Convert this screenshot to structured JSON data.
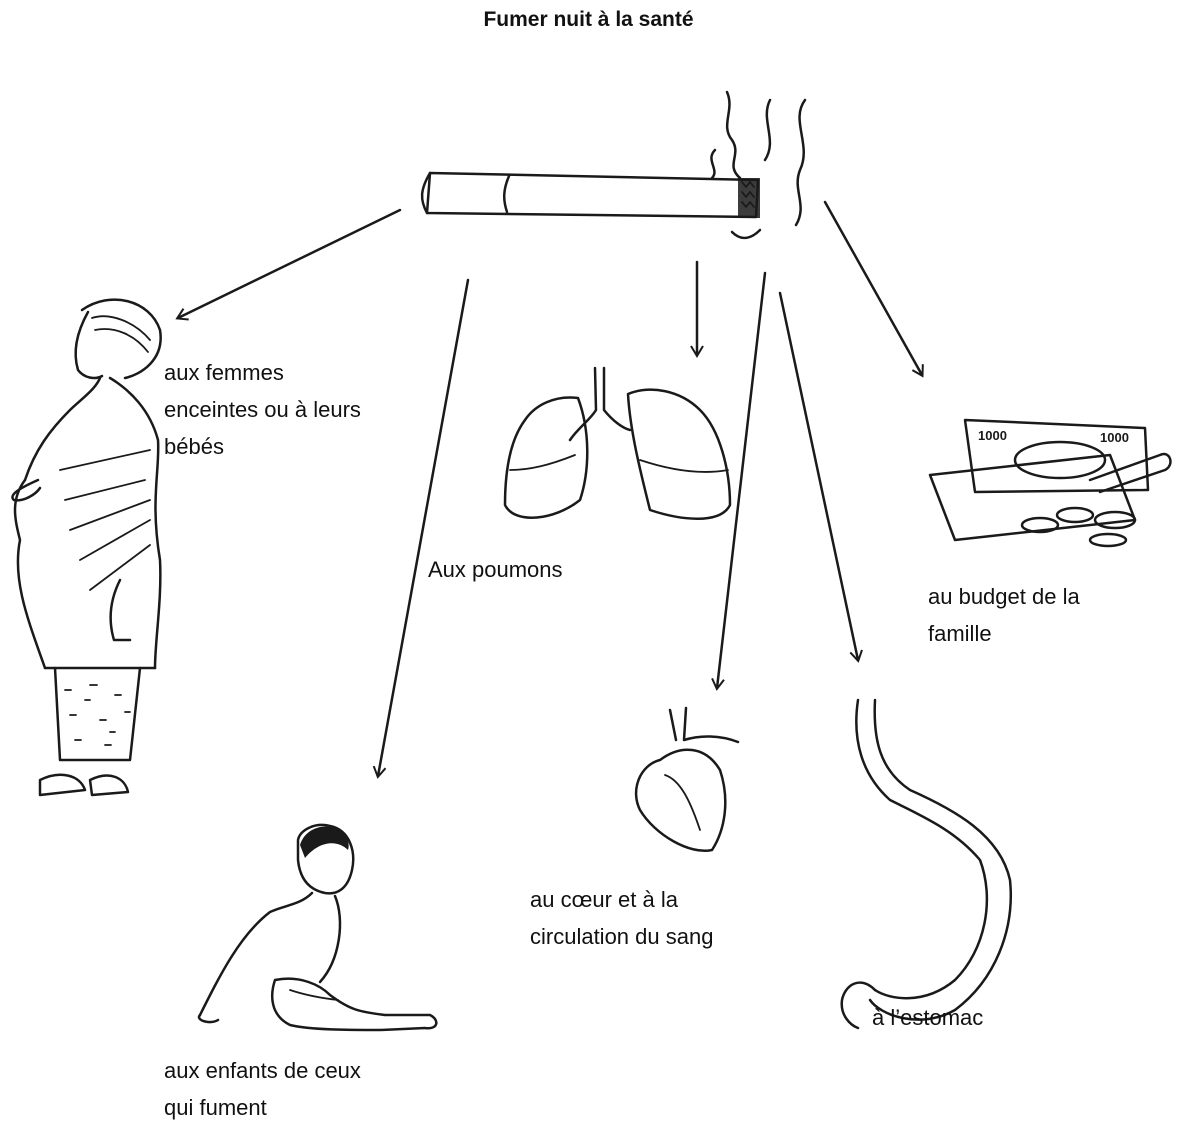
{
  "title": "Fumer nuit à la santé",
  "labels": {
    "pregnant": "aux femmes\nenceintes ou à leurs\nbébés",
    "lungs": "Aux poumons",
    "budget": "au budget de la\nfamille",
    "heart": "au cœur et à la\ncirculation du sang",
    "stomach": "à l’estomac",
    "children": "aux enfants de ceux\nqui fument"
  },
  "money_notes": [
    "1000",
    "1000"
  ]
}
